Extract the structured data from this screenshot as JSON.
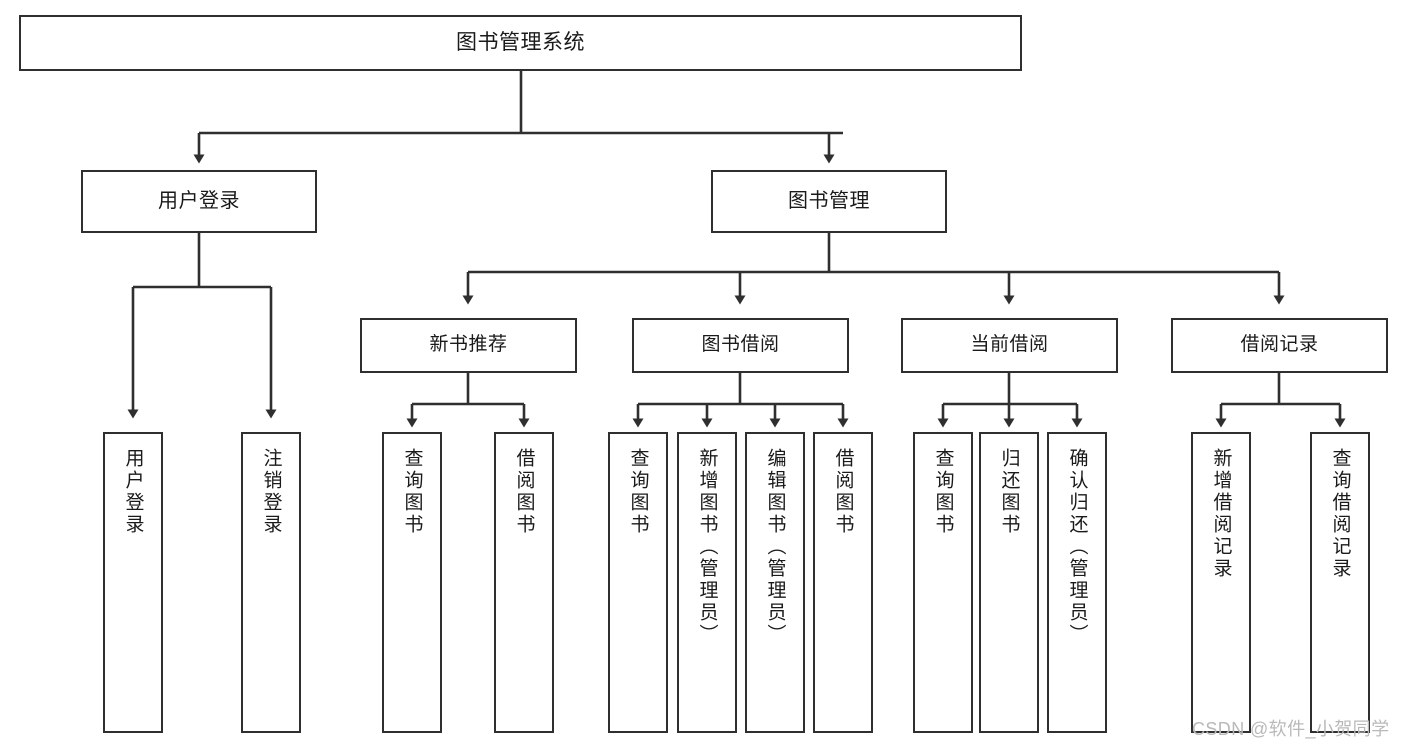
{
  "diagram": {
    "title": "图书管理系统",
    "type": "tree",
    "orientation": "top-down",
    "colors": {
      "box_border": "#2f2f2f",
      "box_fill": "#ffffff",
      "edge": "#2f2f2f",
      "text": "#1a1a1a",
      "watermark": "#b9b9b9"
    },
    "nodes": {
      "root": {
        "label": "图书管理系统"
      },
      "level2": [
        {
          "id": "user-login",
          "label": "用户登录"
        },
        {
          "id": "book-manage",
          "label": "图书管理"
        }
      ],
      "level3": [
        {
          "id": "new-book-rec",
          "label": "新书推荐"
        },
        {
          "id": "book-borrow",
          "label": "图书借阅"
        },
        {
          "id": "current-borrow",
          "label": "当前借阅"
        },
        {
          "id": "borrow-record",
          "label": "借阅记录"
        }
      ],
      "leaves": [
        {
          "id": "leaf-user-login",
          "label": "用户登录",
          "parent": "user-login"
        },
        {
          "id": "leaf-logout",
          "label": "注销登录",
          "parent": "user-login"
        },
        {
          "id": "leaf-query-book-1",
          "label": "查询图书",
          "parent": "new-book-rec"
        },
        {
          "id": "leaf-borrow-book-1",
          "label": "借阅图书",
          "parent": "new-book-rec"
        },
        {
          "id": "leaf-query-book-2",
          "label": "查询图书",
          "parent": "book-borrow"
        },
        {
          "id": "leaf-add-book",
          "label": "新增图书（管理员）",
          "parent": "book-borrow"
        },
        {
          "id": "leaf-edit-book",
          "label": "编辑图书（管理员）",
          "parent": "book-borrow"
        },
        {
          "id": "leaf-borrow-book-2",
          "label": "借阅图书",
          "parent": "book-borrow"
        },
        {
          "id": "leaf-query-book-3",
          "label": "查询图书",
          "parent": "current-borrow"
        },
        {
          "id": "leaf-return-book",
          "label": "归还图书",
          "parent": "current-borrow"
        },
        {
          "id": "leaf-confirm-return",
          "label": "确认归还（管理员）",
          "parent": "current-borrow"
        },
        {
          "id": "leaf-add-record",
          "label": "新增借阅记录",
          "parent": "borrow-record"
        },
        {
          "id": "leaf-query-record",
          "label": "查询借阅记录",
          "parent": "borrow-record"
        }
      ]
    }
  },
  "watermark": {
    "text": "CSDN @软件_小贺同学"
  }
}
